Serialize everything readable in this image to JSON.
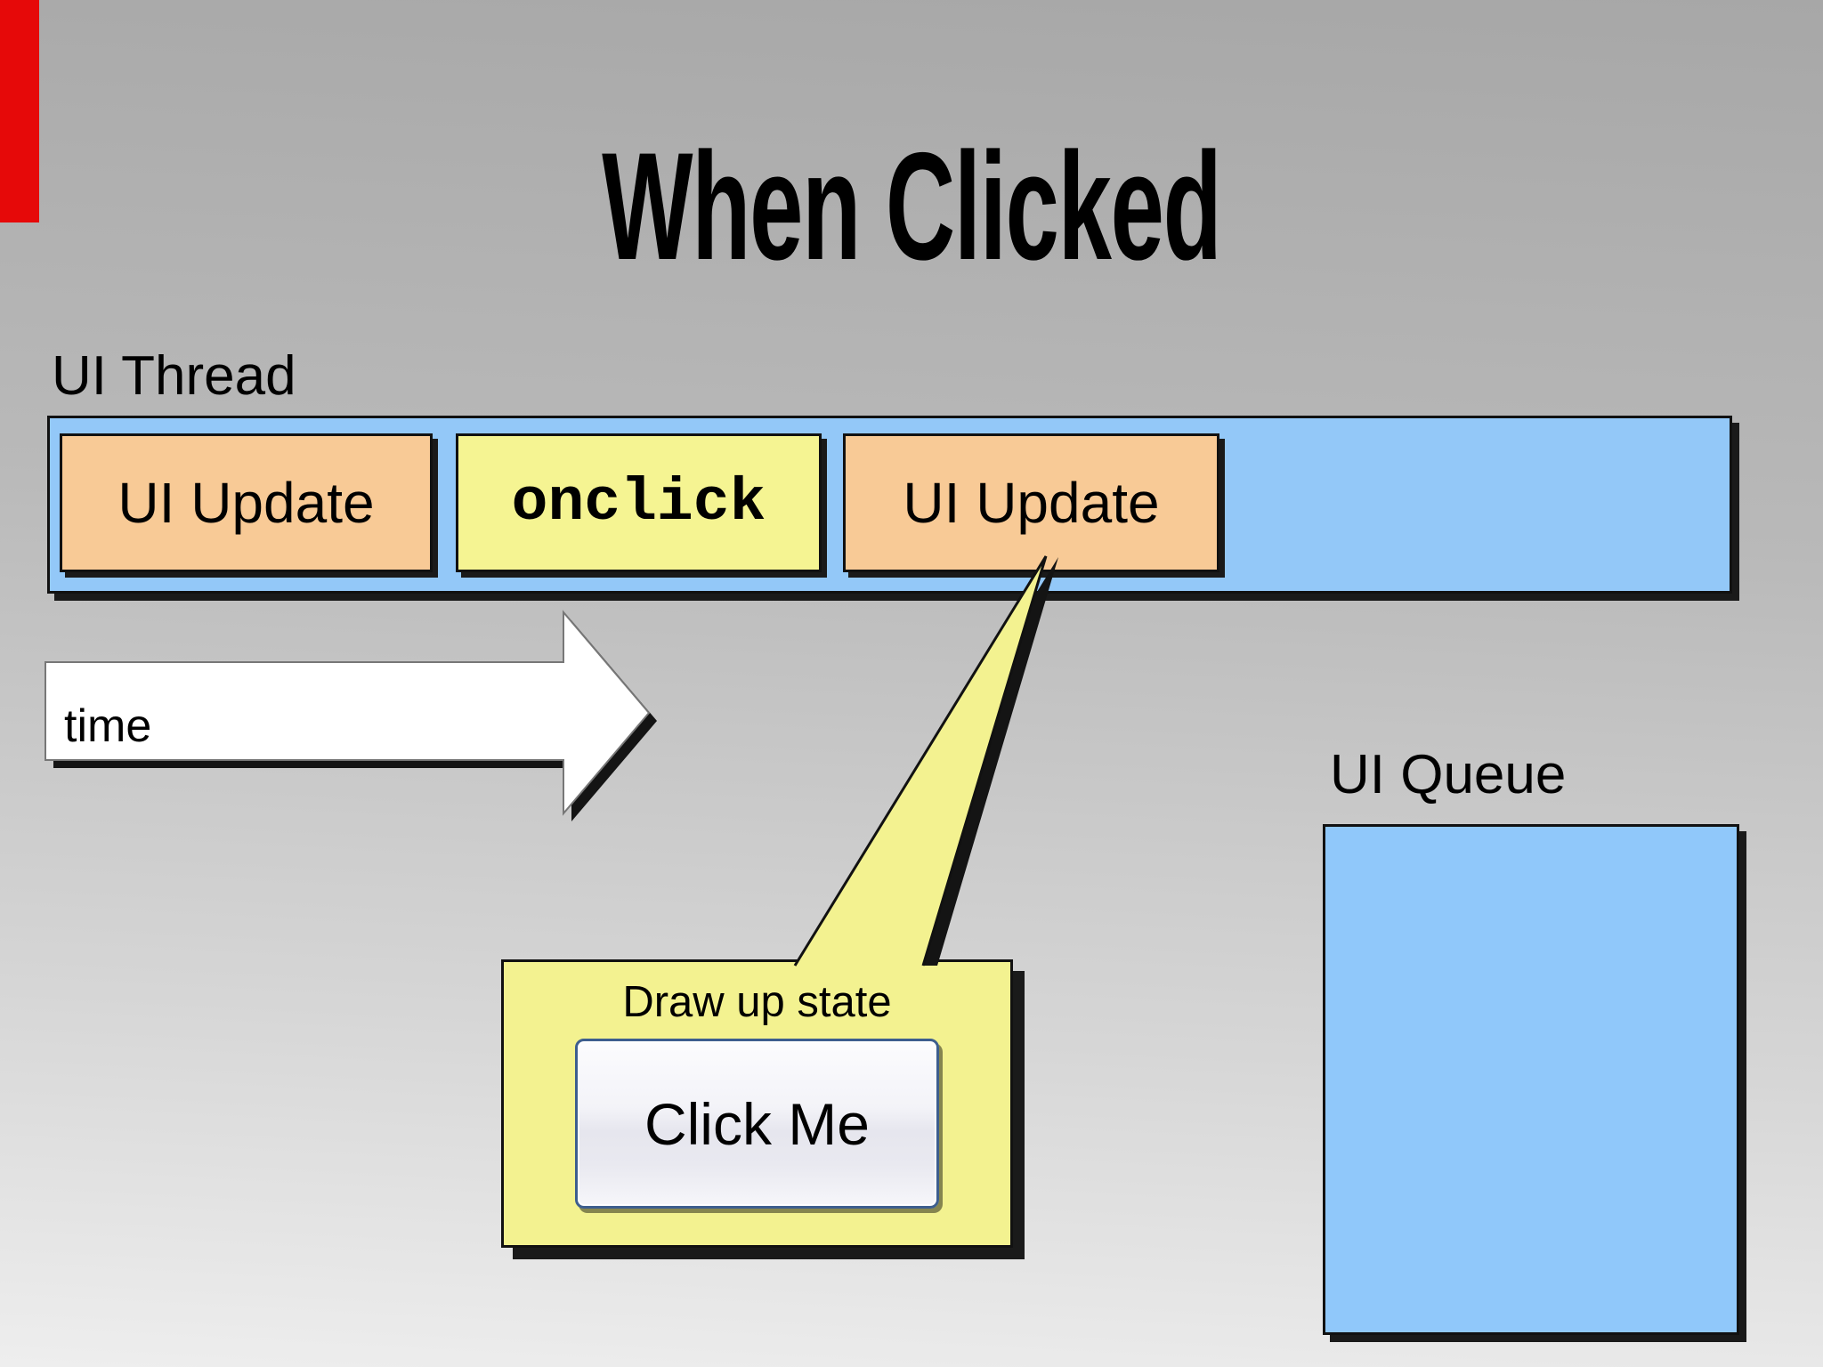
{
  "slide": {
    "title": "When Clicked",
    "thread": {
      "label": "UI Thread",
      "segments": [
        {
          "label": "UI Update",
          "kind": "ui-update"
        },
        {
          "label": "onclick",
          "kind": "handler-code"
        },
        {
          "label": "UI Update",
          "kind": "ui-update"
        }
      ]
    },
    "time_arrow": {
      "label": "time"
    },
    "queue": {
      "label": "UI Queue"
    },
    "callout": {
      "caption": "Draw up state",
      "button_label": "Click Me"
    }
  },
  "colors": {
    "background_top": "#a7a7a7",
    "background_bottom": "#eeeeee",
    "thread_bar_fill": "#93c8f8",
    "queue_fill": "#90c8fa",
    "task_orange": "#f8ca96",
    "task_yellow": "#f5f492",
    "callout_yellow": "#f3f290",
    "arrow_white": "#ffffff",
    "outline": "#111111",
    "shadow": "#1a1a1a",
    "button_border": "#3d5e8e",
    "button_face_top": "#fcfcfe",
    "button_face_bottom": "#e6e6ee",
    "red_marker": "#e60909",
    "text": "#000000"
  }
}
